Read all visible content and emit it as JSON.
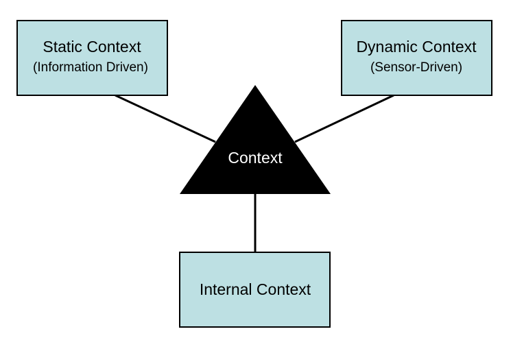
{
  "diagram": {
    "hub": {
      "label": "Context"
    },
    "nodes": {
      "static": {
        "title": "Static Context",
        "subtitle": "(Information Driven)"
      },
      "dynamic": {
        "title": "Dynamic Context",
        "subtitle": "(Sensor-Driven)"
      },
      "internal": {
        "title": "Internal Context"
      }
    },
    "colors": {
      "box_fill": "#bde0e3",
      "outline": "#000000",
      "hub_fill": "#000000",
      "hub_text": "#ffffff"
    }
  }
}
